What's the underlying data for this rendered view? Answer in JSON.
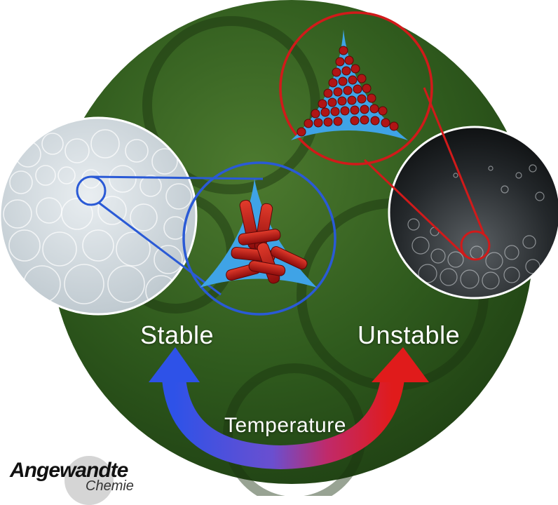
{
  "labels": {
    "stable": "Stable",
    "unstable": "Unstable",
    "temperature": "Temperature"
  },
  "logo": {
    "main": "Angewandte",
    "sub": "Chemie"
  },
  "colors": {
    "background_disc": "#2e5a1c",
    "stable_accent": "#2a5ad6",
    "unstable_accent": "#d11a1a",
    "border_fill": "#3fa3e6",
    "particle": "#b01515"
  },
  "icons": [
    "foam-photo-stable",
    "foam-photo-unstable",
    "rod-particles-inset",
    "sphere-particles-inset",
    "temperature-arrow"
  ]
}
